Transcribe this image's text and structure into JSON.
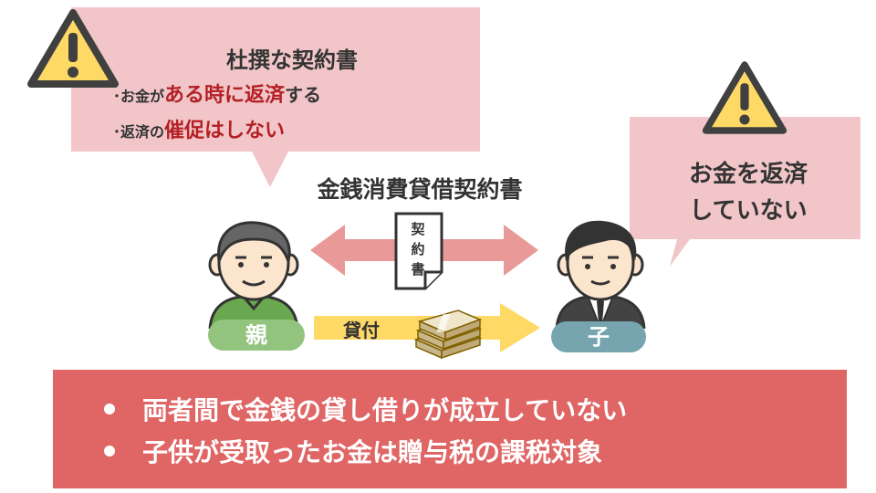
{
  "left_bubble": {
    "title": "杜撰な契約書",
    "line1": {
      "bullet": "･",
      "small1": "お金",
      "small2": "が",
      "red": "ある時に返済",
      "rest": "する"
    },
    "line2": {
      "bullet": "･",
      "small": "返済の",
      "red": "催促はしない"
    }
  },
  "right_bubble": {
    "line1": "お金を返済",
    "line2": "していない"
  },
  "contract_title": "金銭消費貸借契約書",
  "document_icon": {
    "chars": [
      "契",
      "約",
      "書"
    ]
  },
  "parent": {
    "label": "親",
    "label_color": "#93c47d"
  },
  "child": {
    "label": "子",
    "label_color": "#76a5af"
  },
  "loan_arrow": {
    "label": "貸付",
    "color": "#ffd966"
  },
  "exchange_arrow": {
    "color": "#ea9999"
  },
  "summary": {
    "background": "#e06666",
    "items": [
      "両者間で金銭の貸し借りが成立していない",
      "子供が受取ったお金は贈与税の課税対象"
    ]
  }
}
